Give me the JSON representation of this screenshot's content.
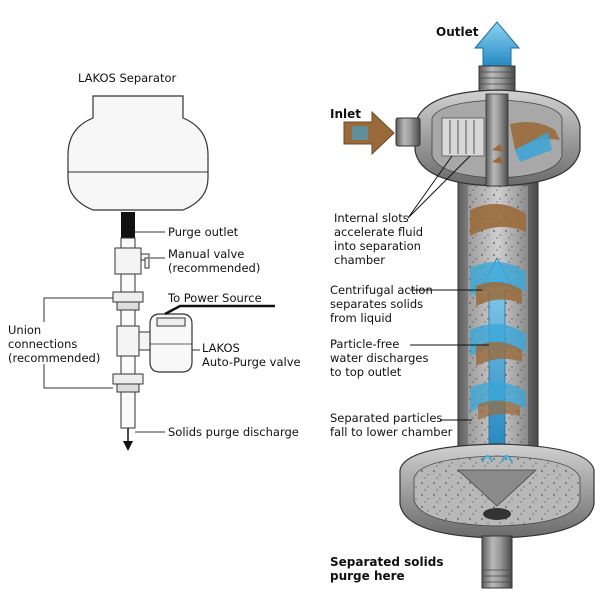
{
  "left_diagram": {
    "title": "LAKOS Separator",
    "labels": {
      "purge_outlet": "Purge outlet",
      "manual_valve_1": "Manual valve",
      "manual_valve_2": "(recommended)",
      "power_source": "To Power Source",
      "union_1": "Union",
      "union_2": "connections",
      "union_3": "(recommended)",
      "auto_purge_1": "LAKOS",
      "auto_purge_2": "Auto-Purge valve",
      "solids_discharge": "Solids purge discharge"
    }
  },
  "right_diagram": {
    "labels": {
      "outlet": "Outlet",
      "inlet": "Inlet",
      "slots_1": "Internal slots",
      "slots_2": "accelerate fluid",
      "slots_3": "into separation",
      "slots_4": "chamber",
      "centrifugal_1": "Centrifugal action",
      "centrifugal_2": "separates solids",
      "centrifugal_3": "from liquid",
      "particle_free_1": "Particle-free",
      "particle_free_2": "water discharges",
      "particle_free_3": "to top outlet",
      "separated_1": "Separated particles",
      "separated_2": "fall to lower chamber",
      "purge_1": "Separated solids",
      "purge_2": "purge here"
    }
  },
  "colors": {
    "water_blue": "#3aa6d8",
    "water_blue_light": "#8fd3f2",
    "sediment_brown": "#9a6a3a",
    "steel_dark": "#5a5a5a",
    "steel_mid": "#8c8c8c",
    "steel_light": "#c8c8c8"
  }
}
